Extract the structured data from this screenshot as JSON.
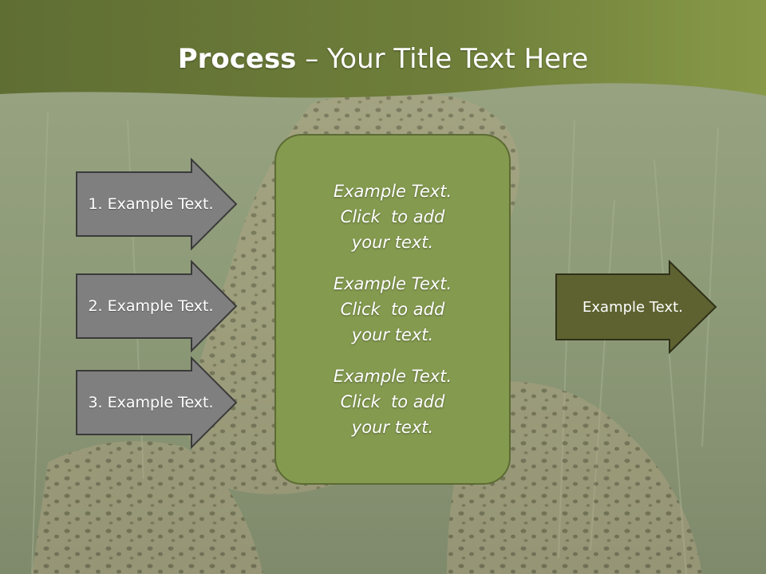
{
  "title": {
    "bold": "Process",
    "rest": " – Your Title Text Here"
  },
  "input_arrows": [
    {
      "label": "1. Example Text."
    },
    {
      "label": "2. Example Text."
    },
    {
      "label": "3. Example Text."
    }
  ],
  "center_box": {
    "items": [
      {
        "lines": [
          "Example Text.",
          "Click  to add",
          "your text."
        ]
      },
      {
        "lines": [
          "Example Text.",
          "Click  to add",
          "your text."
        ]
      },
      {
        "lines": [
          "Example Text.",
          "Click  to add",
          "your text."
        ]
      }
    ]
  },
  "output_arrow": {
    "label": "Example Text."
  },
  "colors": {
    "header_band": "#6f7f3a",
    "input_arrow_fill": "#7f7f7f",
    "center_box_fill": "#849a4f",
    "output_arrow_fill": "#5e6230"
  }
}
